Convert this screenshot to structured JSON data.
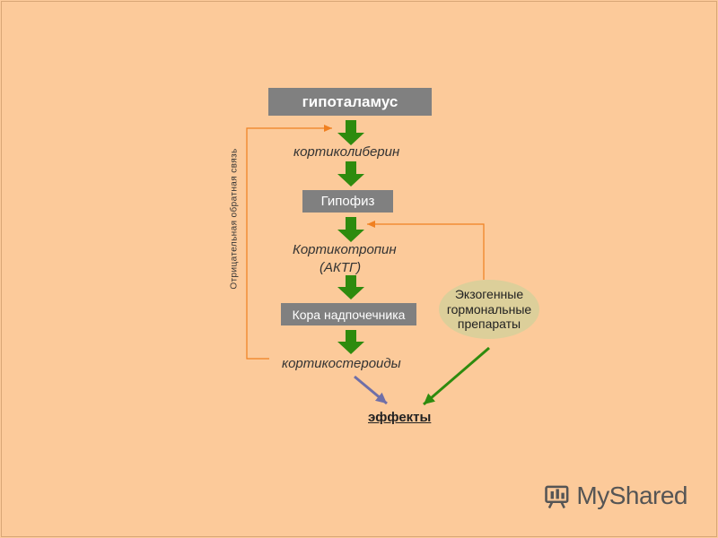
{
  "diagram": {
    "hypothalamus": "гипоталамус",
    "corticoliberin": "кортиколиберин",
    "pituitary": "Гипофиз",
    "corticotropin_line1": "Кортикотропин",
    "corticotropin_line2": "(АКТГ)",
    "adrenal_cortex": "Кора надпочечника",
    "corticosteroids": "кортикостероиды",
    "effects": "эффекты",
    "negative_feedback": "Отрицательная обратная связь",
    "exogenous_line1": "Экзогенные",
    "exogenous_line2": "гормональные",
    "exogenous_line3": "препараты"
  },
  "colors": {
    "background": "#fcca9a",
    "box_fill": "#808080",
    "down_arrow": "#2e8b0e",
    "feedback_line": "#f08020",
    "exogenous_fill": "#dccf9a",
    "effect_arrow_blue": "#6f6fa8",
    "effect_arrow_green": "#2e8b0e"
  },
  "watermark": {
    "text": "MyShared",
    "icon": "myshared-logo-icon"
  }
}
